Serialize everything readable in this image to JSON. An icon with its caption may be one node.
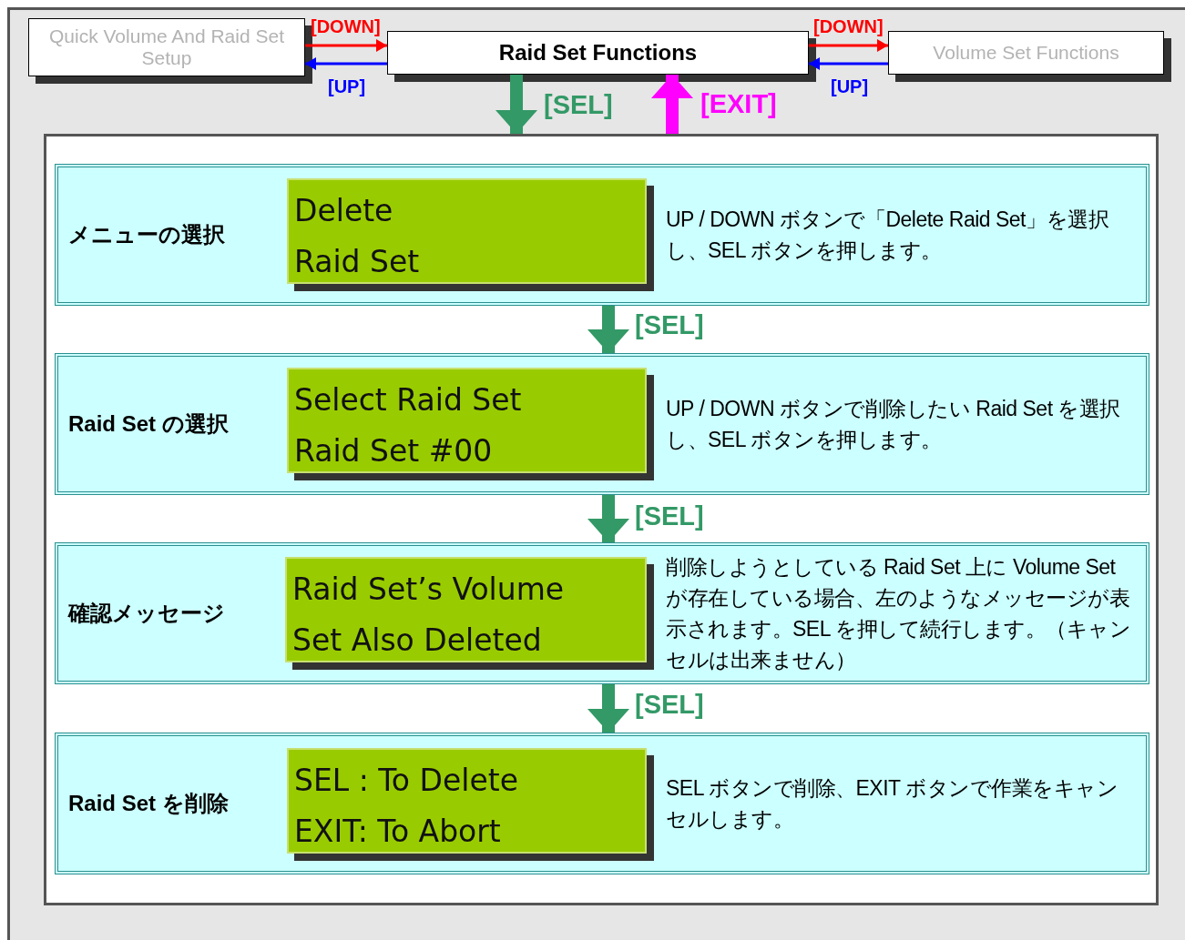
{
  "diagram": {
    "nodes": [
      {
        "text": [
          "Quick Volume And Raid Set Setup"
        ]
      },
      {
        "text": [
          "Raid Set Functions"
        ]
      },
      {
        "text": [
          "Volume Set Functions"
        ]
      },
      {
        "text": [],
        "shape": "box"
      },
      {
        "text": [
          "メニューの選択",
          "UP / DOWN ボタンで「Delete Raid Set」を選択し、SEL ボタンを押します。"
        ],
        "in": 3
      },
      {
        "text": [
          "Delete",
          "Raid Set"
        ],
        "in": 4
      },
      {
        "text": [
          "Raid Set の選択",
          "UP / DOWN ボタンで削除したい Raid Set を選択し、SEL ボタンを押します。"
        ],
        "in": 3
      },
      {
        "text": [
          "Select Raid Set",
          "Raid Set #00"
        ],
        "in": 6
      },
      {
        "text": [
          "確認メッセージ",
          "削除しようとしている Raid Set 上に Volume Set が存在している場合、左のようなメッセージが表示されます。SEL を押して続行します。（キャンセルは出来ません）"
        ],
        "in": 3
      },
      {
        "text": [
          "Raid Set’s Volume",
          "Set Also Deleted"
        ],
        "in": 8
      },
      {
        "text": [
          "Raid Set を削除",
          "SEL ボタンで削除、EXIT ボタンで作業をキャンセルします。"
        ],
        "in": 3
      },
      {
        "text": [
          "SEL : To Delete",
          "EXIT: To Abort"
        ],
        "in": 10
      }
    ],
    "edges": [
      {
        "from": 0,
        "to": 1,
        "arrow": "to",
        "label": "[DOWN]",
        "color": "#ff0000"
      },
      {
        "from": 1,
        "to": 0,
        "arrow": "to",
        "label": "[UP]",
        "color": "#0000ff"
      },
      {
        "from": 1,
        "to": 2,
        "arrow": "to",
        "label": "[DOWN]",
        "color": "#ff0000"
      },
      {
        "from": 2,
        "to": 1,
        "arrow": "to",
        "label": "[UP]",
        "color": "#0000ff"
      },
      {
        "from": 1,
        "to": 3,
        "arrow": "to",
        "label": "[SEL]",
        "color": "#339966"
      },
      {
        "from": 3,
        "to": 1,
        "arrow": "to",
        "label": "[EXIT]",
        "color": "#ff00ff"
      },
      {
        "from": 4,
        "to": 6,
        "arrow": "to",
        "label": "[SEL]",
        "color": "#339966"
      },
      {
        "from": 6,
        "to": 8,
        "arrow": "to",
        "label": "[SEL]",
        "color": "#339966"
      },
      {
        "from": 8,
        "to": 10,
        "arrow": "to",
        "label": "[SEL]",
        "color": "#339966"
      }
    ]
  }
}
